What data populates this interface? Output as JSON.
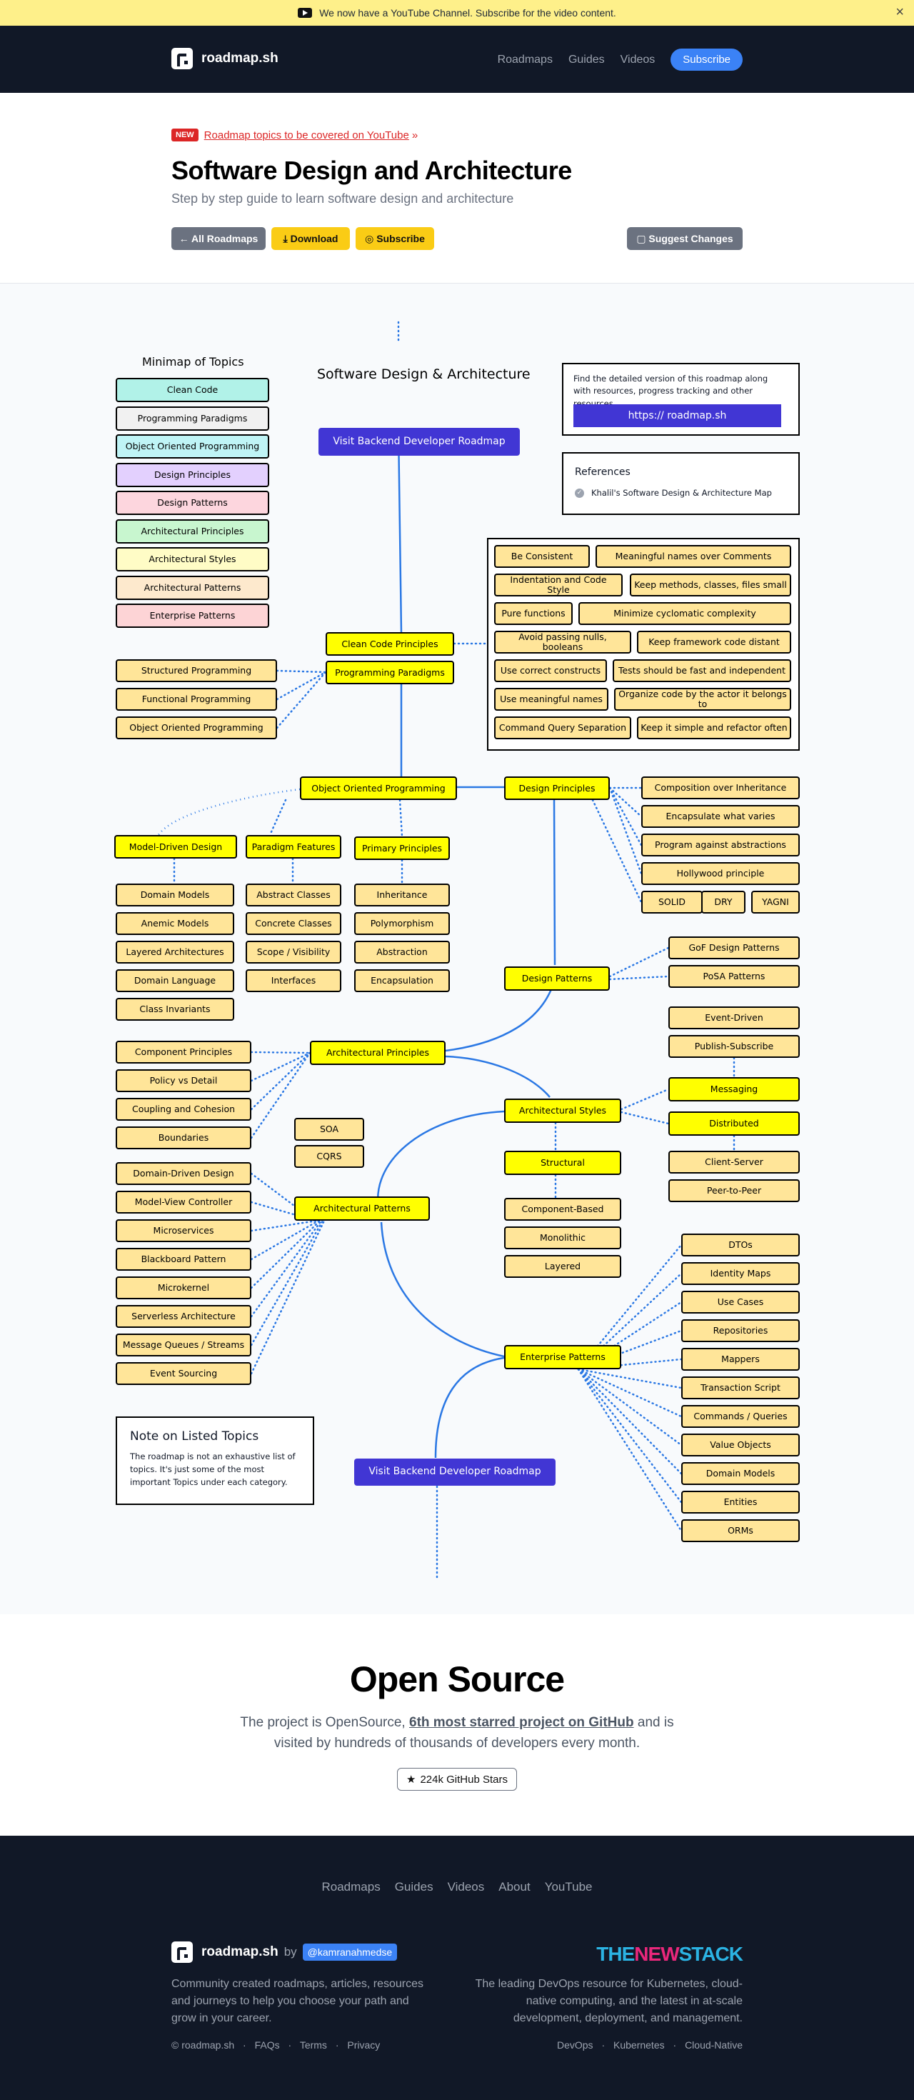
{
  "banner": {
    "text": "We now have a YouTube Channel. Subscribe for the video content.",
    "close": "×"
  },
  "header": {
    "logo": "roadmap.sh",
    "nav": [
      "Roadmaps",
      "Guides",
      "Videos"
    ],
    "subscribe": "Subscribe"
  },
  "hero": {
    "badge": "NEW",
    "link": "Roadmap topics to be covered on YouTube",
    "raquo": "»",
    "title": "Software Design and Architecture",
    "subtitle": "Step by step guide to learn software design and architecture",
    "buttons": {
      "all": "← All Roadmaps",
      "download": "⤓ Download",
      "subscribe": "◎ Subscribe",
      "suggest": "▢ Suggest Changes"
    }
  },
  "roadmap": {
    "title": "Software Design & Architecture",
    "minimap_title": "Minimap of Topics",
    "minimap": [
      {
        "label": "Clean Code",
        "color": "#b1f2e8"
      },
      {
        "label": "Programming Paradigms",
        "color": "#f1f1f1"
      },
      {
        "label": "Object Oriented Programming",
        "color": "#bff4f6"
      },
      {
        "label": "Design Principles",
        "color": "#e3d0fe"
      },
      {
        "label": "Design Patterns",
        "color": "#fdd6de"
      },
      {
        "label": "Architectural Principles",
        "color": "#c8f6cf"
      },
      {
        "label": "Architectural Styles",
        "color": "#fffcc6"
      },
      {
        "label": "Architectural Patterns",
        "color": "#fde9cd"
      },
      {
        "label": "Enterprise Patterns",
        "color": "#fdd4d6"
      }
    ],
    "info_text": "Find the detailed version of this roadmap along with resources, progress tracking and other resources.",
    "info_link": "https:// roadmap.sh",
    "references_title": "References",
    "reference": "Khalil's Software Design & Architecture Map",
    "visit_backend": "Visit Backend Developer Roadmap",
    "clean_code": "Clean Code Principles",
    "paradigms": "Programming Paradigms",
    "clean_items": [
      "Be Consistent",
      "Meaningful names over Comments",
      "Indentation and Code Style",
      "Keep methods, classes, files small",
      "Pure functions",
      "Minimize cyclomatic complexity",
      "Avoid passing nulls, booleans",
      "Keep framework code distant",
      "Use correct constructs",
      "Tests should be fast and independent",
      "Use meaningful names",
      "Organize code by the actor it belongs to",
      "Command Query Separation",
      "Keep it simple and refactor often"
    ],
    "paradigm_items": [
      "Structured Programming",
      "Functional Programming",
      "Object Oriented Programming"
    ],
    "oop": "Object Oriented Programming",
    "design_principles": "Design Principles",
    "dp_items": [
      "Composition over Inheritance",
      "Encapsulate what varies",
      "Program against abstractions",
      "Hollywood principle",
      "SOLID",
      "DRY",
      "YAGNI"
    ],
    "mdd": "Model-Driven Design",
    "paradigm_features": "Paradigm Features",
    "primary_principles": "Primary Principles",
    "mdd_items": [
      "Domain Models",
      "Anemic Models",
      "Layered Architectures",
      "Domain Language",
      "Class Invariants"
    ],
    "pf_items": [
      "Abstract Classes",
      "Concrete Classes",
      "Scope / Visibility",
      "Interfaces"
    ],
    "pp_items": [
      "Inheritance",
      "Polymorphism",
      "Abstraction",
      "Encapsulation"
    ],
    "design_patterns": "Design Patterns",
    "pattern_items": [
      "GoF Design Patterns",
      "PoSA Patterns"
    ],
    "arch_principles": "Architectural Principles",
    "ap_items": [
      "Component Principles",
      "Policy vs Detail",
      "Coupling and Cohesion",
      "Boundaries"
    ],
    "arch_styles": "Architectural Styles",
    "messaging": "Messaging",
    "distributed": "Distributed",
    "messaging_items": [
      "Event-Driven",
      "Publish-Subscribe"
    ],
    "distributed_items": [
      "Client-Server",
      "Peer-to-Peer"
    ],
    "structural": "Structural",
    "structural_items": [
      "Component-Based",
      "Monolithic",
      "Layered"
    ],
    "arch_patterns": "Architectural Patterns",
    "soa": "SOA",
    "cqrs": "CQRS",
    "arch_pattern_items": [
      "Domain-Driven Design",
      "Model-View Controller",
      "Microservices",
      "Blackboard Pattern",
      "Microkernel",
      "Serverless Architecture",
      "Message Queues / Streams",
      "Event Sourcing"
    ],
    "enterprise": "Enterprise Patterns",
    "enterprise_items": [
      "DTOs",
      "Identity Maps",
      "Use Cases",
      "Repositories",
      "Mappers",
      "Transaction Script",
      "Commands / Queries",
      "Value Objects",
      "Domain Models",
      "Entities",
      "ORMs"
    ],
    "note_title": "Note on Listed Topics",
    "note_text": "The roadmap is not an exhaustive list of topics. It's just some of the most important Topics under each category."
  },
  "open_source": {
    "title": "Open Source",
    "p1": "The project is OpenSource,",
    "link": "6th most starred project on GitHub",
    "p2": "and is visited by hundreds of thousands of developers every month.",
    "stars": "224k GitHub Stars"
  },
  "footer": {
    "nav": [
      "Roadmaps",
      "Guides",
      "Videos",
      "About",
      "YouTube"
    ],
    "logo": "roadmap.sh",
    "by": "by",
    "author": "@kamranahmedse",
    "desc": "Community created roadmaps, articles, resources and journeys to help you choose your path and grow in your career.",
    "links": [
      "© roadmap.sh",
      "·",
      "FAQs",
      "·",
      "Terms",
      "·",
      "Privacy"
    ],
    "tns_a": "THE",
    "tns_b": "NEW",
    "tns_c": "STACK",
    "tns_desc": "The leading DevOps resource for Kubernetes, cloud-native computing, and the latest in at-scale development, deployment, and management.",
    "tns_links": [
      "DevOps",
      "·",
      "Kubernetes",
      "·",
      "Cloud-Native"
    ]
  }
}
